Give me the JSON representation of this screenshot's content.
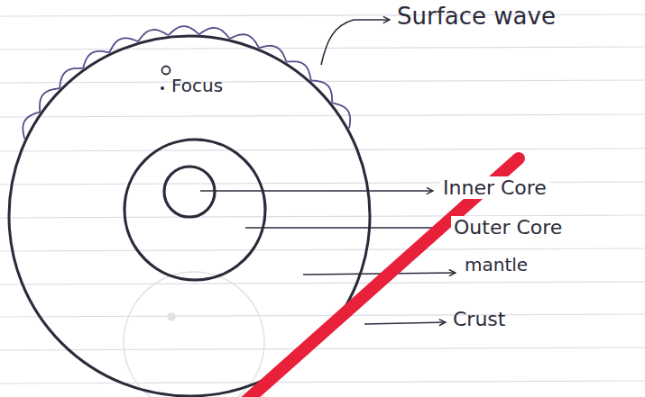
{
  "diagram": {
    "labels": [
      "Surface wave",
      "Focus",
      "Inner Core",
      "Outer Core",
      "mantle",
      "Crust"
    ]
  }
}
